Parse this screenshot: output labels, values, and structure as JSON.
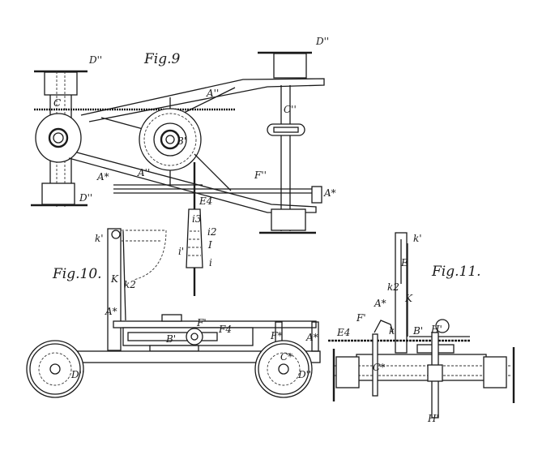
{
  "fig9": {
    "title": "Fig.9",
    "labels": {
      "D_top_left": "D''",
      "D_top_right": "D''",
      "C_left": "C",
      "C_right": "C''",
      "A_top": "A''",
      "B": "B'",
      "A_low": "A''",
      "A_left": "A*",
      "F": "F''",
      "E": "E4",
      "A_right": "A*",
      "D_bottom_left": "D''",
      "i3": "i3",
      "i2": "i2",
      "i1": "i'",
      "I": "I",
      "i": "i"
    }
  },
  "fig10": {
    "title": "Fig.10.",
    "labels": {
      "k1": "k'",
      "K": "K",
      "k2": "k2",
      "A_post": "A*",
      "F1": "F'",
      "F4": "F4",
      "B": "B'",
      "Fx": "F*",
      "A_right": "A*",
      "C": "C*",
      "D_left": "D''",
      "D_right": "D''"
    }
  },
  "fig11": {
    "title": "Fig.11.",
    "labels": {
      "k1": "k'",
      "E": "E",
      "k2": "k2",
      "K": "K",
      "A": "A*",
      "F1": "F'",
      "E4": "E4",
      "k": "k",
      "B": "B'",
      "H_top": "H'",
      "C": "C*",
      "H_bottom": "H'"
    }
  }
}
